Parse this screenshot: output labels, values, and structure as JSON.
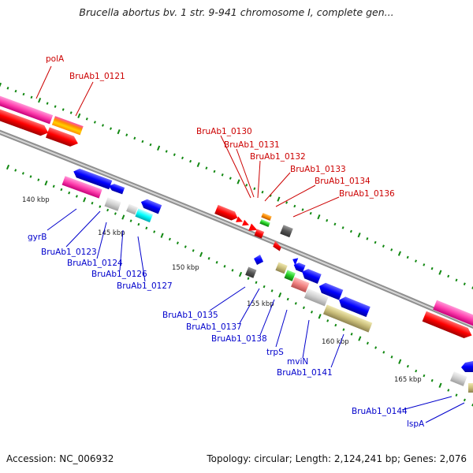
{
  "title": "Brucella abortus bv. 1 str. 9-941 chromosome I, complete gen...",
  "footer": {
    "accession": "Accession: NC_006932",
    "topology": "Topology: circular; Length: 2,124,241 bp; Genes: 2,076"
  },
  "colors": {
    "red_label": "#cc0000",
    "blue_label": "#0000cc",
    "backbone": "#808080",
    "tick": "#118811"
  },
  "tick_labels": [
    "140 kbp",
    "145 kbp",
    "150 kbp",
    "155 kbp",
    "160 kbp",
    "165 kbp"
  ],
  "forward_genes": [
    "polA",
    "BruAb1_0121",
    "BruAb1_0130",
    "BruAb1_0131",
    "BruAb1_0132",
    "BruAb1_0133",
    "BruAb1_0134",
    "BruAb1_0136"
  ],
  "reverse_genes": [
    "gyrB",
    "BruAb1_0123",
    "BruAb1_0124",
    "BruAb1_0126",
    "BruAb1_0127",
    "BruAb1_0135",
    "BruAb1_0137",
    "BruAb1_0138",
    "trpS",
    "mviN",
    "BruAb1_0141",
    "BruAb1_0144",
    "lspA"
  ]
}
